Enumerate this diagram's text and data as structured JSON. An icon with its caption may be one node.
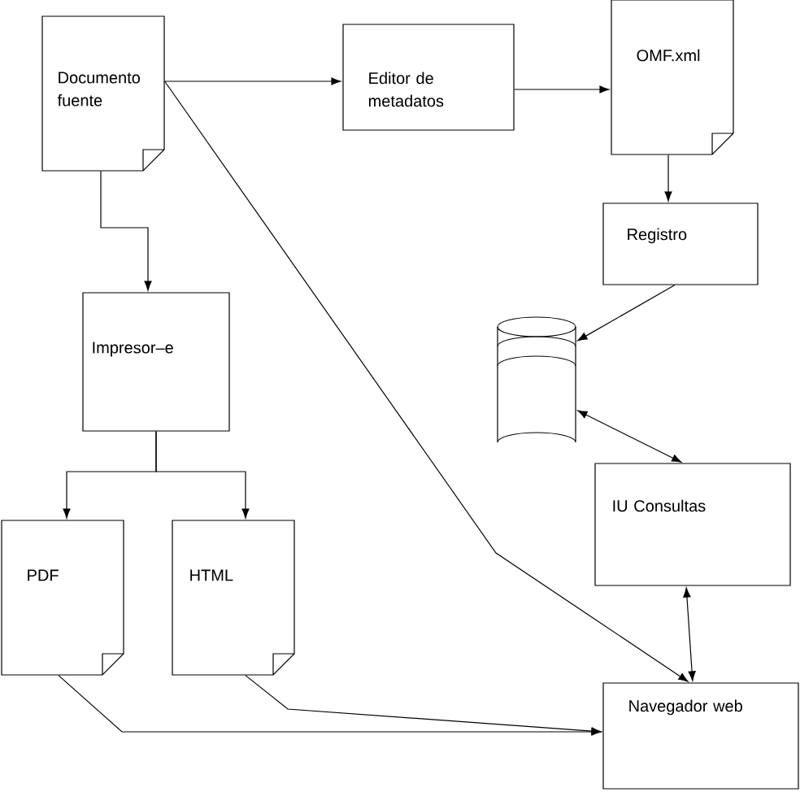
{
  "diagram": {
    "nodes": [
      {
        "text": [
          "Documento fuente"
        ]
      },
      {
        "text": [
          "Editor de metadatos"
        ]
      },
      {
        "text": [
          "OMF.xml"
        ]
      },
      {
        "text": [
          "Registro"
        ]
      },
      {
        "text": [
          "Impresor–e"
        ]
      },
      {
        "text": [],
        "shape": "cylinder"
      },
      {
        "text": [
          "IU Consultas"
        ]
      },
      {
        "text": [
          "PDF"
        ]
      },
      {
        "text": [
          "HTML"
        ]
      },
      {
        "text": [
          "Navegador web"
        ]
      }
    ],
    "edges": [
      {
        "from": 0,
        "to": 1,
        "arrow": "to"
      },
      {
        "from": 1,
        "to": 2,
        "arrow": "to"
      },
      {
        "from": 2,
        "to": 3,
        "arrow": "to"
      },
      {
        "from": 0,
        "to": 4,
        "arrow": "to"
      },
      {
        "from": 3,
        "to": 5,
        "arrow": "to"
      },
      {
        "from": 5,
        "to": 6,
        "arrow": "both"
      },
      {
        "from": 4,
        "to": 7,
        "arrow": "to"
      },
      {
        "from": 4,
        "to": 8,
        "arrow": "to"
      },
      {
        "from": 6,
        "to": 9,
        "arrow": "both"
      },
      {
        "from": 0,
        "to": 9,
        "arrow": "to"
      },
      {
        "from": 7,
        "to": 9,
        "arrow": "to"
      },
      {
        "from": 8,
        "to": 9,
        "arrow": "to"
      }
    ]
  }
}
